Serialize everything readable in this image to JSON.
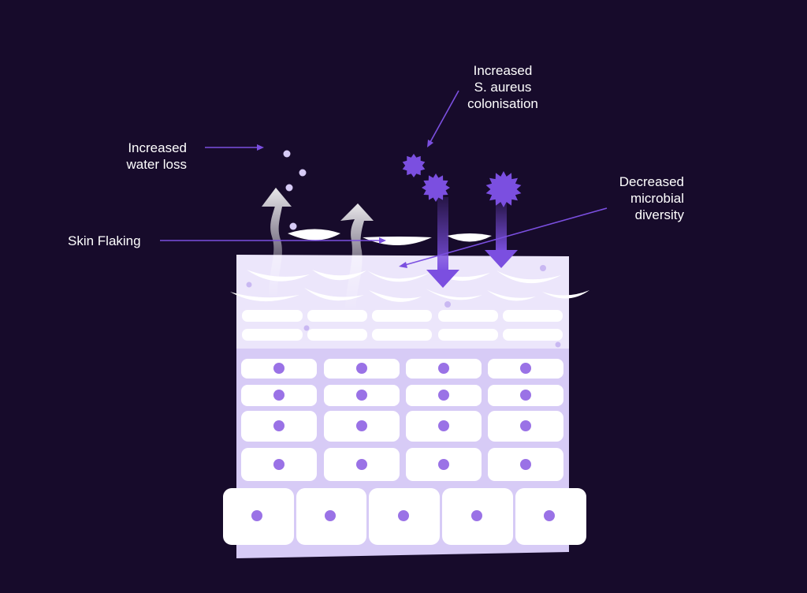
{
  "labels": {
    "s_aureus": [
      "Increased",
      "S. aureus",
      "colonisation"
    ],
    "water_loss": [
      "Increased",
      "water loss"
    ],
    "microbial_diversity": [
      "Decreased",
      "microbial",
      "diversity"
    ],
    "skin_flaking": "Skin Flaking"
  },
  "colors": {
    "background": "#170b2b",
    "accent": "#7b4fe0",
    "accent_dark": "#5a2fc4",
    "skin_upper": "#ece6fb",
    "skin_lower": "#d7cbf6",
    "cell": "#ffffff",
    "nucleus": "#9a72e6",
    "text": "#ffffff"
  },
  "icons": {
    "bacteria": "spiky-bacteria-icon",
    "water_droplet": "water-droplet-icon"
  }
}
